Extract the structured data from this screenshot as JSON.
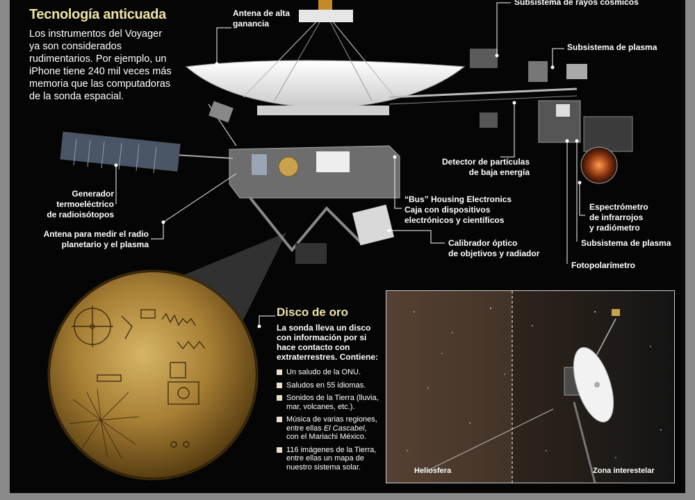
{
  "colors": {
    "accent": "#f1e3a6",
    "gold": "#c9a24e",
    "leader": "#ffffff"
  },
  "title": "Tecnología anticuada",
  "intro": "Los instrumentos del Voyager ya son considerados rudimentarios. Por ejemplo, un iPhone tiene 240 mil veces más memoria que las computadoras de la sonda espacial.",
  "labels": {
    "antena_alta_1": "Antena de alta",
    "antena_alta_2": "ganancia",
    "rayos_cosmicos": "Subsistema de rayos cósmicos",
    "plasma_top": "Subsistema de plasma",
    "detector_1": "Detector de partículas",
    "detector_2": "de baja energía",
    "bus_1": "“Bus” Housing Electronics",
    "bus_2": "Caja con dispositivos",
    "bus_3": "electrónicos y científicos",
    "generador_1": "Generador",
    "generador_2": "termoeléctrico",
    "generador_3": "de radioisótopos",
    "antena_radio_1": "Antena para medir el radio",
    "antena_radio_2": "planetario y el plasma",
    "calibrador_1": "Calibrador óptico",
    "calibrador_2": "de objetivos y radiador",
    "espectro_1": "Espectrómetro",
    "espectro_2": "de infrarrojos",
    "espectro_3": "y radiómetro",
    "plasma_bottom": "Subsistema de plasma",
    "fotopolarimetro": "Fotopolarímetro"
  },
  "gold_disc": {
    "title": "Disco de oro",
    "intro": "La sonda lleva un disco con información por si hace contacto con extraterrestres. Contiene:",
    "items": [
      {
        "text": "Un saludo de la ONU."
      },
      {
        "text": "Saludos en 55 idiomas."
      },
      {
        "text": "Sonidos de la Tierra (lluvia, mar, volcanes, etc.)."
      },
      {
        "pre": "Música de varias regiones, entre ellas ",
        "em": "El Cascabel",
        "post": ", con el Mariachi México."
      },
      {
        "text": "116 imágenes de la Tierra, entre ellas un mapa de nuestro sistema solar."
      }
    ]
  },
  "inset": {
    "heliosfera": "Heliosfera",
    "zona_interestelar": "Zona interestelar"
  }
}
